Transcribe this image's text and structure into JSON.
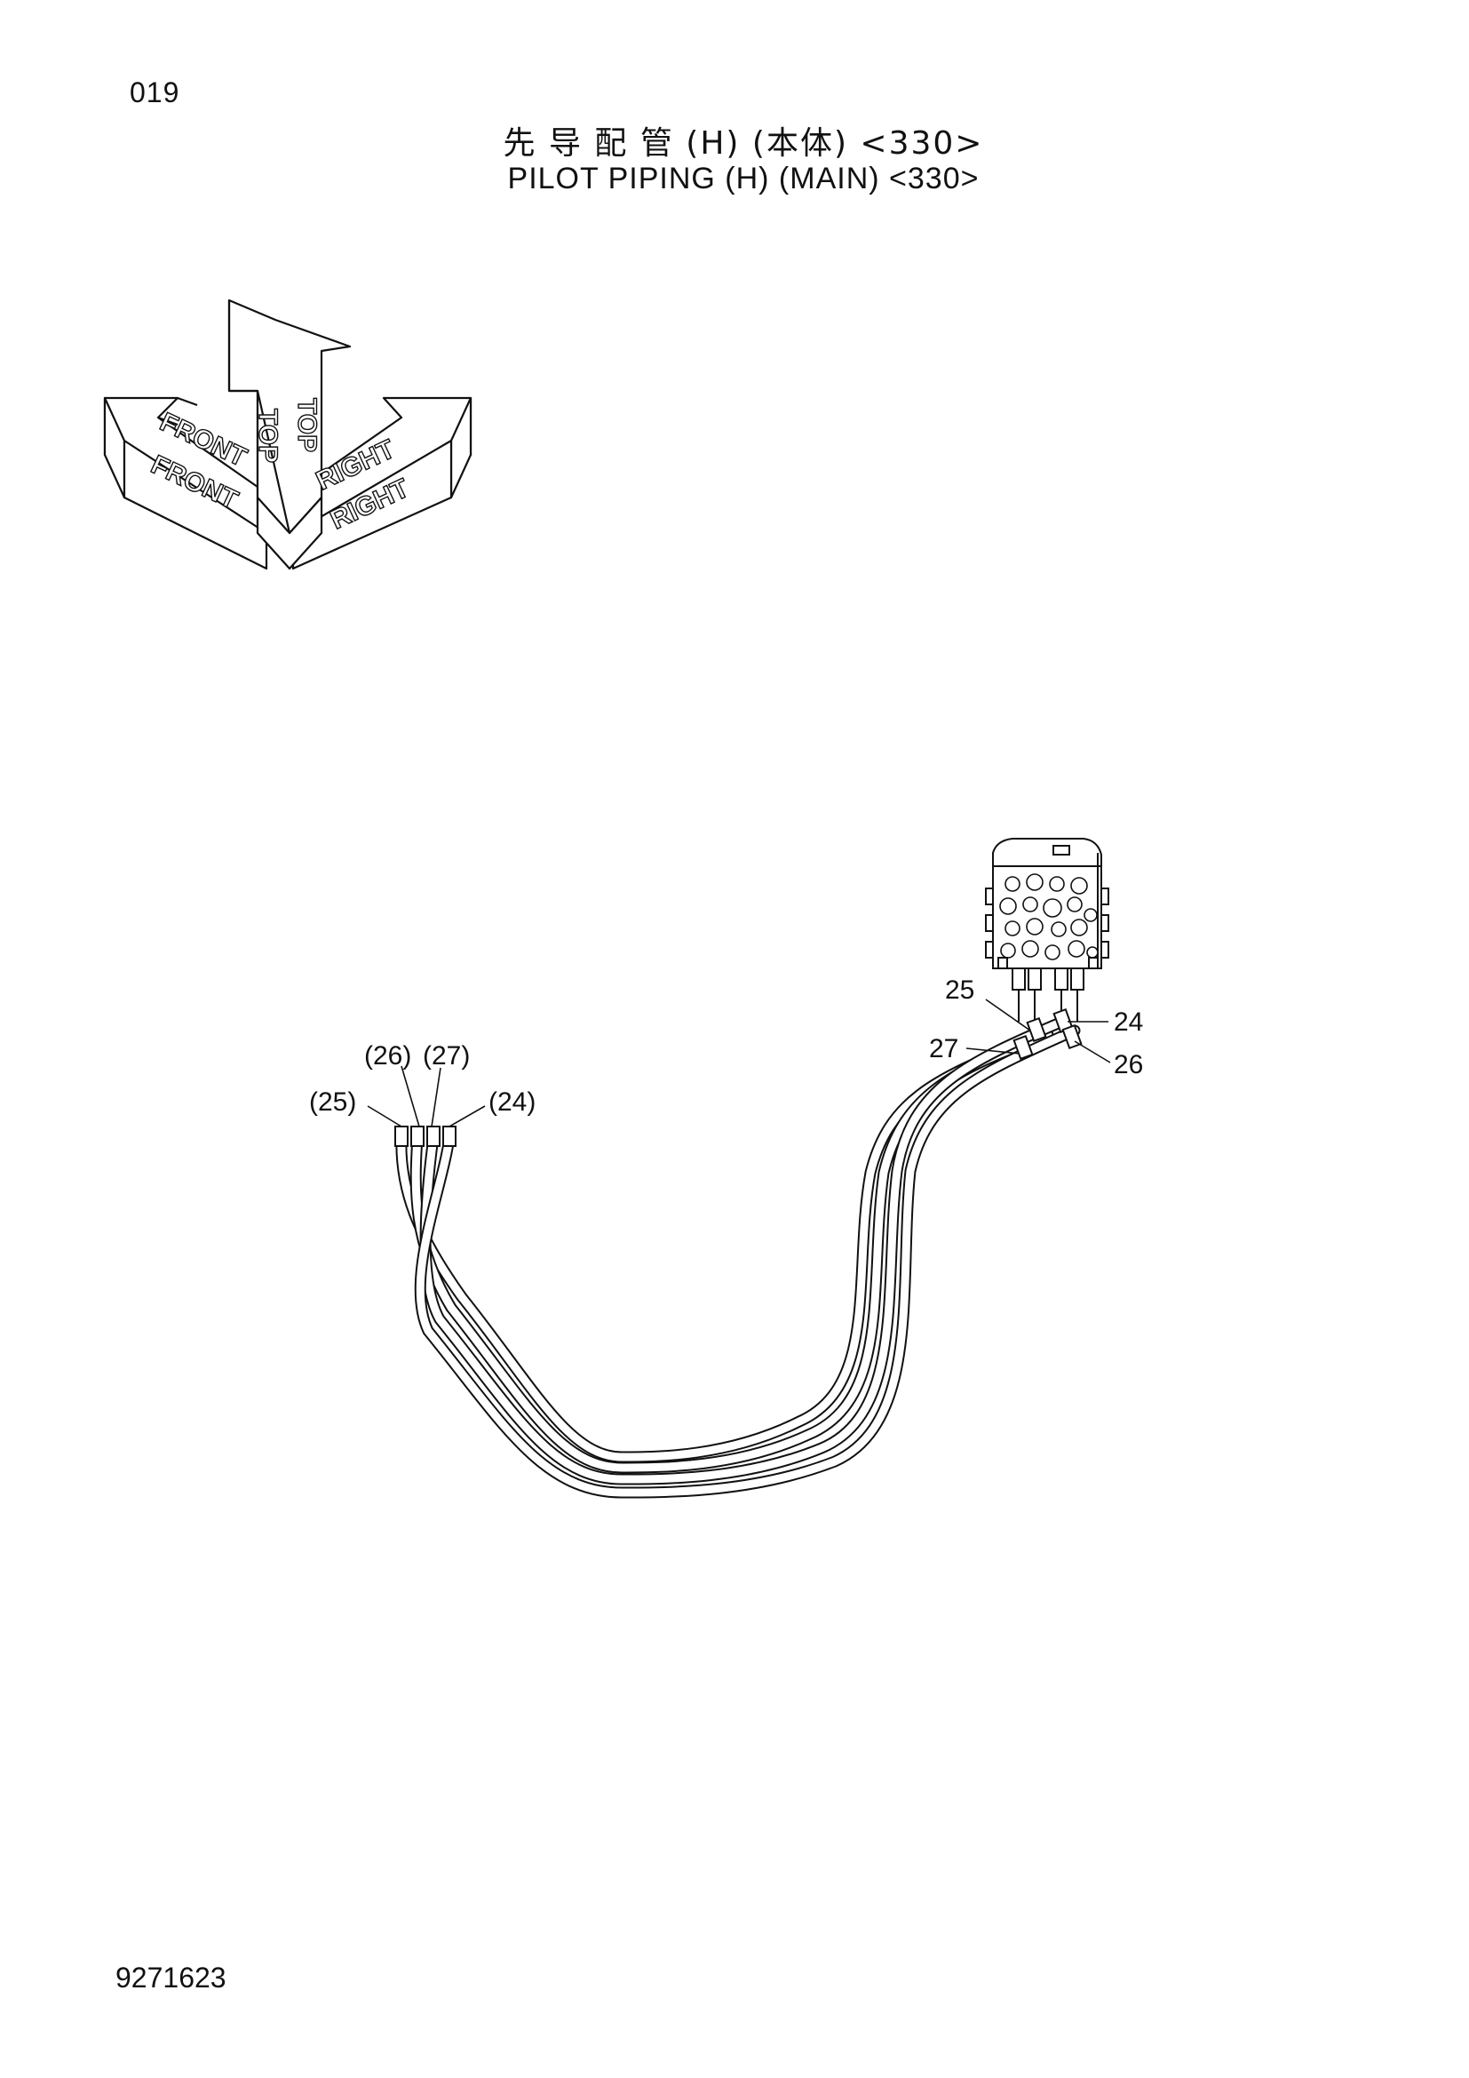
{
  "header": {
    "page_number": "019",
    "title_zh": "先 导 配 管 (H) (本体) <330>",
    "title_en": "PILOT PIPING  (H) (MAIN) <330>"
  },
  "orientation": {
    "top": "TOP",
    "front": "FRONT",
    "right": "RIGHT"
  },
  "callouts": {
    "c25": "25",
    "c24": "24",
    "c27": "27",
    "c26": "26",
    "p26": "(26)",
    "p27": "(27)",
    "p25": "(25)",
    "p24": "(24)"
  },
  "footer": {
    "document_number": "9271623"
  },
  "colors": {
    "line": "#111111",
    "background": "#ffffff"
  }
}
